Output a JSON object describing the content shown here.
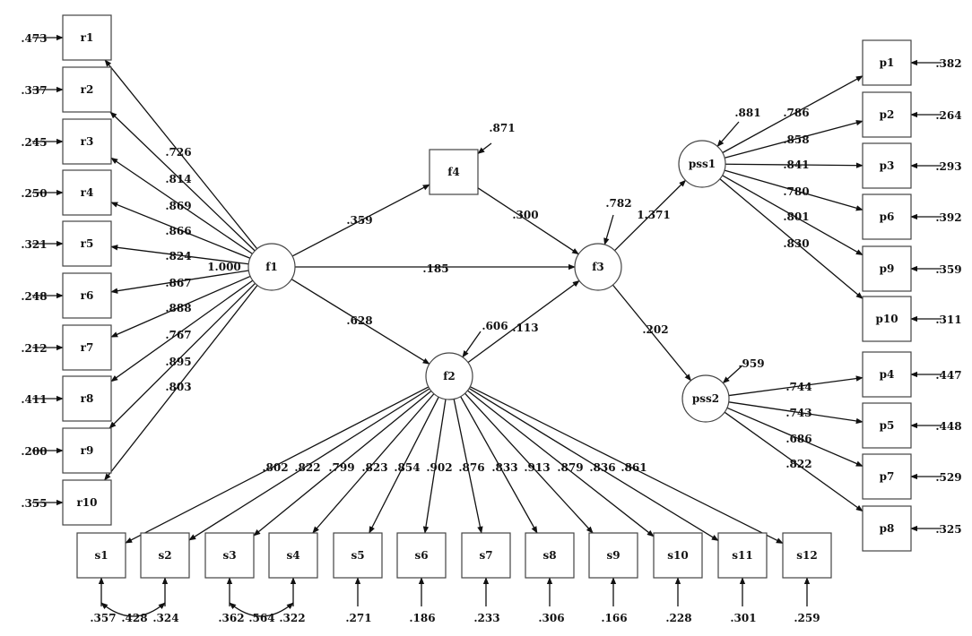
{
  "nodes": [
    {
      "id": "r1",
      "label": "r1",
      "shape": "box"
    },
    {
      "id": "r2",
      "label": "r2",
      "shape": "box"
    },
    {
      "id": "r3",
      "label": "r3",
      "shape": "box"
    },
    {
      "id": "r4",
      "label": "r4",
      "shape": "box"
    },
    {
      "id": "r5",
      "label": "r5",
      "shape": "box"
    },
    {
      "id": "r6",
      "label": "r6",
      "shape": "box"
    },
    {
      "id": "r7",
      "label": "r7",
      "shape": "box"
    },
    {
      "id": "r8",
      "label": "r8",
      "shape": "box"
    },
    {
      "id": "r9",
      "label": "r9",
      "shape": "box"
    },
    {
      "id": "r10",
      "label": "r10",
      "shape": "box"
    },
    {
      "id": "f1",
      "label": "f1",
      "shape": "circle"
    },
    {
      "id": "f4",
      "label": "f4",
      "shape": "box"
    },
    {
      "id": "f3",
      "label": "f3",
      "shape": "circle"
    },
    {
      "id": "f2",
      "label": "f2",
      "shape": "circle"
    },
    {
      "id": "pss1",
      "label": "pss1",
      "shape": "circle"
    },
    {
      "id": "pss2",
      "label": "pss2",
      "shape": "circle"
    },
    {
      "id": "p1",
      "label": "p1",
      "shape": "box"
    },
    {
      "id": "p2",
      "label": "p2",
      "shape": "box"
    },
    {
      "id": "p3",
      "label": "p3",
      "shape": "box"
    },
    {
      "id": "p6",
      "label": "p6",
      "shape": "box"
    },
    {
      "id": "p9",
      "label": "p9",
      "shape": "box"
    },
    {
      "id": "p10",
      "label": "p10",
      "shape": "box"
    },
    {
      "id": "p4",
      "label": "p4",
      "shape": "box"
    },
    {
      "id": "p5",
      "label": "p5",
      "shape": "box"
    },
    {
      "id": "p7",
      "label": "p7",
      "shape": "box"
    },
    {
      "id": "p8",
      "label": "p8",
      "shape": "box"
    },
    {
      "id": "s1",
      "label": "s1",
      "shape": "box"
    },
    {
      "id": "s2",
      "label": "s2",
      "shape": "box"
    },
    {
      "id": "s3",
      "label": "s3",
      "shape": "box"
    },
    {
      "id": "s4",
      "label": "s4",
      "shape": "box"
    },
    {
      "id": "s5",
      "label": "s5",
      "shape": "box"
    },
    {
      "id": "s6",
      "label": "s6",
      "shape": "box"
    },
    {
      "id": "s7",
      "label": "s7",
      "shape": "box"
    },
    {
      "id": "s8",
      "label": "s8",
      "shape": "box"
    },
    {
      "id": "s9",
      "label": "s9",
      "shape": "box"
    },
    {
      "id": "s10",
      "label": "s10",
      "shape": "box"
    },
    {
      "id": "s11",
      "label": "s11",
      "shape": "box"
    },
    {
      "id": "s12",
      "label": "s12",
      "shape": "box"
    }
  ],
  "paths": [
    {
      "from": "f1",
      "to": "r1",
      "coef": ".726"
    },
    {
      "from": "f1",
      "to": "r2",
      "coef": ".814"
    },
    {
      "from": "f1",
      "to": "r3",
      "coef": ".869"
    },
    {
      "from": "f1",
      "to": "r4",
      "coef": ".866"
    },
    {
      "from": "f1",
      "to": "r5",
      "coef": ".824"
    },
    {
      "from": "f1",
      "to": "r6",
      "coef": ".867"
    },
    {
      "from": "f1",
      "to": "r7",
      "coef": ".888"
    },
    {
      "from": "f1",
      "to": "r8",
      "coef": ".767"
    },
    {
      "from": "f1",
      "to": "r9",
      "coef": ".895"
    },
    {
      "from": "f1",
      "to": "r10",
      "coef": ".803"
    },
    {
      "from": "f1",
      "to": "f4",
      "coef": ".359"
    },
    {
      "from": "f1",
      "to": "f3",
      "coef": ".185"
    },
    {
      "from": "f1",
      "to": "f2",
      "coef": ".628"
    },
    {
      "from": "f4",
      "to": "f3",
      "coef": ".300"
    },
    {
      "from": "f2",
      "to": "f3",
      "coef": ".113"
    },
    {
      "from": "f3",
      "to": "pss1",
      "coef": "1.371"
    },
    {
      "from": "f3",
      "to": "pss2",
      "coef": ".202"
    },
    {
      "from": "pss1",
      "to": "p1",
      "coef": ".786"
    },
    {
      "from": "pss1",
      "to": "p2",
      "coef": ".858"
    },
    {
      "from": "pss1",
      "to": "p3",
      "coef": ".841"
    },
    {
      "from": "pss1",
      "to": "p6",
      "coef": ".780"
    },
    {
      "from": "pss1",
      "to": "p9",
      "coef": ".801"
    },
    {
      "from": "pss1",
      "to": "p10",
      "coef": ".830"
    },
    {
      "from": "pss2",
      "to": "p4",
      "coef": ".744"
    },
    {
      "from": "pss2",
      "to": "p5",
      "coef": ".743"
    },
    {
      "from": "pss2",
      "to": "p7",
      "coef": ".686"
    },
    {
      "from": "pss2",
      "to": "p8",
      "coef": ".822"
    },
    {
      "from": "f2",
      "to": "s1",
      "coef": ".802"
    },
    {
      "from": "f2",
      "to": "s2",
      "coef": ".822"
    },
    {
      "from": "f2",
      "to": "s3",
      "coef": ".799"
    },
    {
      "from": "f2",
      "to": "s4",
      "coef": ".823"
    },
    {
      "from": "f2",
      "to": "s5",
      "coef": ".854"
    },
    {
      "from": "f2",
      "to": "s6",
      "coef": ".902"
    },
    {
      "from": "f2",
      "to": "s7",
      "coef": ".876"
    },
    {
      "from": "f2",
      "to": "s8",
      "coef": ".833"
    },
    {
      "from": "f2",
      "to": "s9",
      "coef": ".913"
    },
    {
      "from": "f2",
      "to": "s10",
      "coef": ".879"
    },
    {
      "from": "f2",
      "to": "s11",
      "coef": ".836"
    },
    {
      "from": "f2",
      "to": "s12",
      "coef": ".861"
    }
  ],
  "errors": [
    {
      "target": "r1",
      "value": ".473"
    },
    {
      "target": "r2",
      "value": ".337"
    },
    {
      "target": "r3",
      "value": ".245"
    },
    {
      "target": "r4",
      "value": ".250"
    },
    {
      "target": "r5",
      "value": ".321"
    },
    {
      "target": "r6",
      "value": ".248"
    },
    {
      "target": "r7",
      "value": ".212"
    },
    {
      "target": "r8",
      "value": ".411"
    },
    {
      "target": "r9",
      "value": ".200"
    },
    {
      "target": "r10",
      "value": ".355"
    },
    {
      "target": "f4",
      "value": ".871"
    },
    {
      "target": "f3",
      "value": ".782"
    },
    {
      "target": "f2",
      "value": ".606"
    },
    {
      "target": "pss1",
      "value": ".881"
    },
    {
      "target": "pss2",
      "value": ".959"
    },
    {
      "target": "p1",
      "value": ".382"
    },
    {
      "target": "p2",
      "value": ".264"
    },
    {
      "target": "p3",
      "value": ".293"
    },
    {
      "target": "p6",
      "value": ".392"
    },
    {
      "target": "p9",
      "value": ".359"
    },
    {
      "target": "p10",
      "value": ".311"
    },
    {
      "target": "p4",
      "value": ".447"
    },
    {
      "target": "p5",
      "value": ".448"
    },
    {
      "target": "p7",
      "value": ".529"
    },
    {
      "target": "p8",
      "value": ".325"
    },
    {
      "target": "s1",
      "value": ".357"
    },
    {
      "target": "s2",
      "value": ".324"
    },
    {
      "target": "s3",
      "value": ".362"
    },
    {
      "target": "s4",
      "value": ".322"
    },
    {
      "target": "s5",
      "value": ".271"
    },
    {
      "target": "s6",
      "value": ".186"
    },
    {
      "target": "s7",
      "value": ".233"
    },
    {
      "target": "s8",
      "value": ".306"
    },
    {
      "target": "s9",
      "value": ".166"
    },
    {
      "target": "s10",
      "value": ".228"
    },
    {
      "target": "s11",
      "value": ".301"
    },
    {
      "target": "s12",
      "value": ".259"
    }
  ],
  "covariances": [
    {
      "a": "s1",
      "b": "s2",
      "value": ".428"
    },
    {
      "a": "s3",
      "b": "s4",
      "value": ".564"
    }
  ],
  "f1_variance": "1.000"
}
